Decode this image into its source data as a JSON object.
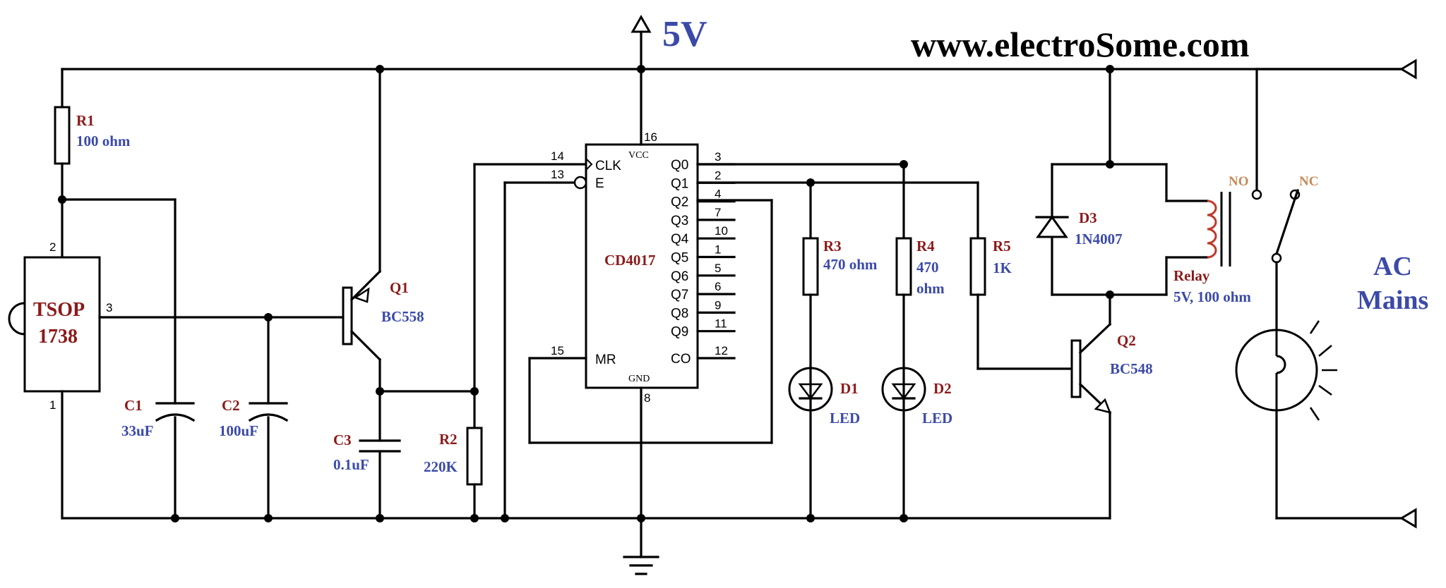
{
  "supply_label": "5V",
  "website": "www.electroSome.com",
  "ac_mains": [
    "AC",
    "Mains"
  ],
  "tsop": {
    "line1": "TSOP",
    "line2": "1738",
    "pin_out": "3",
    "pin_vcc": "2",
    "pin_gnd": "1"
  },
  "R1": {
    "ref": "R1",
    "value": "100 ohm"
  },
  "C1": {
    "ref": "C1",
    "value": "33uF"
  },
  "C2": {
    "ref": "C2",
    "value": "100uF"
  },
  "C3": {
    "ref": "C3",
    "value": "0.1uF"
  },
  "R2": {
    "ref": "R2",
    "value": "220K"
  },
  "Q1": {
    "ref": "Q1",
    "value": "BC558"
  },
  "ic": {
    "name": "CD4017",
    "vcc_label": "VCC",
    "gnd_label": "GND",
    "vcc_pin": "16",
    "gnd_pin": "8",
    "left_pins": [
      {
        "num": "14",
        "label": "CLK"
      },
      {
        "num": "13",
        "label": "E"
      },
      {
        "num": "15",
        "label": "MR"
      }
    ],
    "right_pins": [
      {
        "num": "3",
        "label": "Q0"
      },
      {
        "num": "2",
        "label": "Q1"
      },
      {
        "num": "4",
        "label": "Q2"
      },
      {
        "num": "7",
        "label": "Q3"
      },
      {
        "num": "10",
        "label": "Q4"
      },
      {
        "num": "1",
        "label": "Q5"
      },
      {
        "num": "5",
        "label": "Q6"
      },
      {
        "num": "6",
        "label": "Q7"
      },
      {
        "num": "9",
        "label": "Q8"
      },
      {
        "num": "11",
        "label": "Q9"
      },
      {
        "num": "12",
        "label": "CO"
      }
    ]
  },
  "R3": {
    "ref": "R3",
    "value": "470 ohm"
  },
  "R4": {
    "ref": "R4",
    "value_line1": "470",
    "value_line2": "ohm"
  },
  "R5": {
    "ref": "R5",
    "value": "1K"
  },
  "D1": {
    "ref": "D1",
    "value": "LED"
  },
  "D2": {
    "ref": "D2",
    "value": "LED"
  },
  "D3": {
    "ref": "D3",
    "value": "1N4007"
  },
  "Q2": {
    "ref": "Q2",
    "value": "BC548"
  },
  "relay": {
    "label": "Relay",
    "value": "5V, 100 ohm",
    "no": "NO",
    "nc": "NC"
  }
}
